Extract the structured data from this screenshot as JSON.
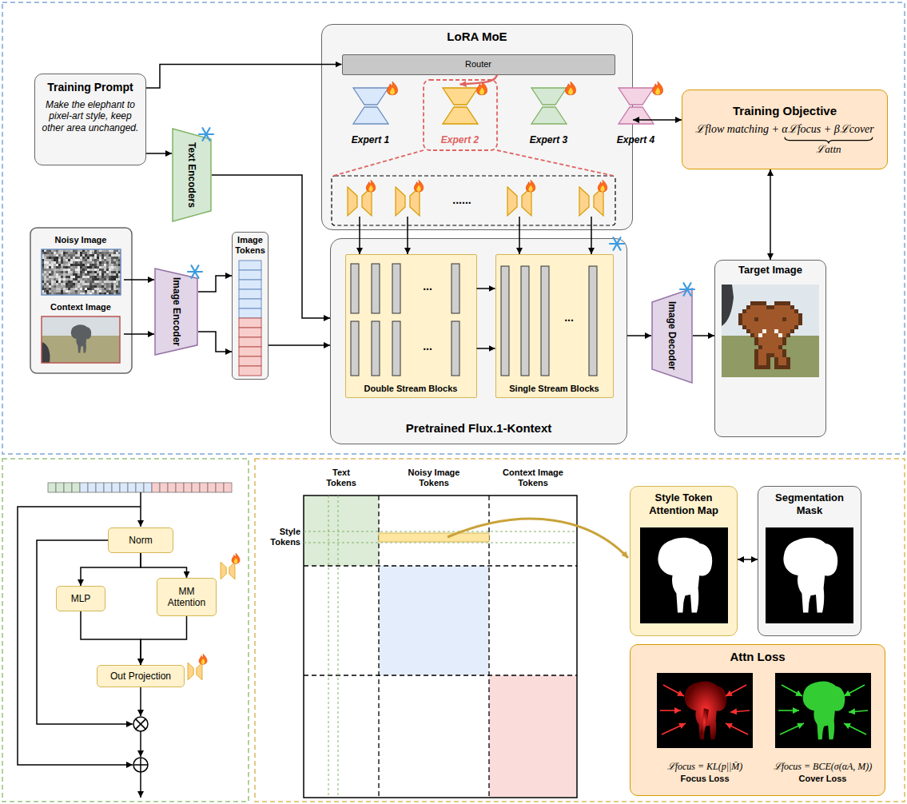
{
  "diagram": {
    "nodes": [
      {
        "text": [
          "Training Prompt",
          "Make the elephant to pixel-art style, keep other area unchanged."
        ]
      },
      {
        "text": [
          "LoRA MoE"
        ]
      },
      {
        "text": [
          "Router"
        ],
        "in": 1
      },
      {
        "text": [
          "Expert 1"
        ],
        "in": 1
      },
      {
        "text": [
          "Expert 2"
        ],
        "in": 1
      },
      {
        "text": [
          "Expert 3"
        ],
        "in": 1
      },
      {
        "text": [
          "Expert 4"
        ],
        "in": 1
      },
      {
        "text": [
          "Training Objective",
          "ℒflow matching + αℒfocus + βℒcover",
          "ℒattn"
        ]
      },
      {
        "text": [
          "Text Encoders"
        ]
      },
      {
        "text": [
          "Noisy Image"
        ]
      },
      {
        "text": [
          "Context Image"
        ]
      },
      {
        "text": [
          "Image Tokens"
        ]
      },
      {
        "text": [
          "Image Encoder"
        ]
      },
      {
        "text": [
          "Pretrained Flux.1-Kontext"
        ]
      },
      {
        "text": [
          "Double Stream Blocks"
        ],
        "in": 13
      },
      {
        "text": [
          "Single Stream Blocks"
        ],
        "in": 13
      },
      {
        "text": [
          "Image Decoder"
        ]
      },
      {
        "text": [
          "Target Image"
        ]
      },
      {
        "text": [
          "Norm"
        ]
      },
      {
        "text": [
          "MLP"
        ]
      },
      {
        "text": [
          "MM Attention"
        ]
      },
      {
        "text": [
          "Out Projection"
        ]
      },
      {
        "text": [
          "Style Token Attention Map"
        ]
      },
      {
        "text": [
          "Segmentation Mask"
        ]
      },
      {
        "text": [
          "Attn Loss"
        ]
      },
      {
        "text": [
          "ℒfocus = KL(p||M̄)",
          "Focus Loss"
        ],
        "in": 24
      },
      {
        "text": [
          "ℒfocus = BCE(σ(αA, M))",
          "Cover Loss"
        ],
        "in": 24
      }
    ],
    "edges": [
      {
        "from": 0,
        "to": 2,
        "arrow": "to"
      },
      {
        "from": 0,
        "to": 8,
        "arrow": "to"
      },
      {
        "from": 8,
        "to": 13,
        "arrow": "to"
      },
      {
        "from": 9,
        "to": 12,
        "arrow": "to"
      },
      {
        "from": 10,
        "to": 12,
        "arrow": "to"
      },
      {
        "from": 12,
        "to": 11,
        "arrow": "to"
      },
      {
        "from": 12,
        "to": 11,
        "arrow": "to"
      },
      {
        "from": 11,
        "to": 13,
        "arrow": "to"
      },
      {
        "from": 2,
        "to": 4,
        "arrow": "to"
      },
      {
        "from": 14,
        "to": 15,
        "arrow": "to"
      },
      {
        "from": 14,
        "to": 15,
        "arrow": "to"
      },
      {
        "from": 13,
        "to": 16,
        "arrow": "to"
      },
      {
        "from": 16,
        "to": 17,
        "arrow": "to"
      },
      {
        "from": 1,
        "to": 7,
        "arrow": "both"
      },
      {
        "from": 7,
        "to": 17,
        "arrow": "both"
      },
      {
        "from": 18,
        "to": 19,
        "arrow": "to"
      },
      {
        "from": 18,
        "to": 20,
        "arrow": "to"
      },
      {
        "from": 19,
        "to": 21,
        "arrow": "to"
      },
      {
        "from": 20,
        "to": 21,
        "arrow": "to"
      },
      {
        "from": 22,
        "to": 23,
        "arrow": "both"
      }
    ],
    "labels": [
      "......",
      "...",
      "...",
      "...",
      "Text Tokens",
      "Noisy Image Tokens",
      "Context Image Tokens",
      "Style Tokens"
    ]
  }
}
